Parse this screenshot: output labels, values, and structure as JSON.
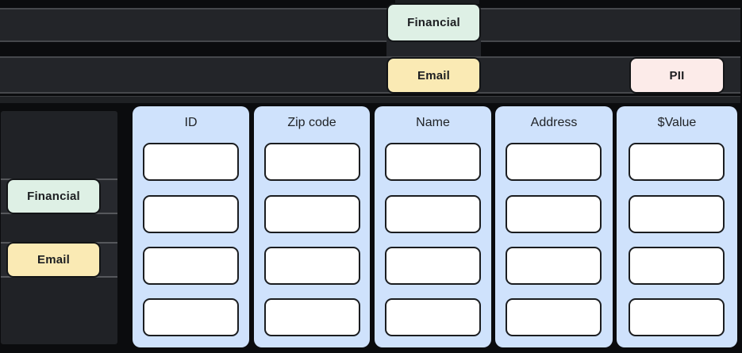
{
  "colors": {
    "background": "#0b0c0e",
    "track_row": "#232529",
    "financial_chip": "#def0e5",
    "email_chip": "#faeab4",
    "pii_chip": "#fcebe9",
    "column_panel": "#cfe2fc",
    "cell_fill": "#ffffff",
    "chip_text": "#1c1e21"
  },
  "top_tracks": {
    "row1_chip": {
      "label": "Financial"
    },
    "row2_chips": [
      {
        "label": "Email"
      },
      {
        "label": "PII"
      }
    ]
  },
  "sidebar": {
    "chips": [
      {
        "label": "Financial"
      },
      {
        "label": "Email"
      }
    ]
  },
  "table": {
    "columns": [
      {
        "header": "ID"
      },
      {
        "header": "Zip code"
      },
      {
        "header": "Name"
      },
      {
        "header": "Address"
      },
      {
        "header": "$Value"
      }
    ],
    "empty_cells_per_column": 4
  }
}
